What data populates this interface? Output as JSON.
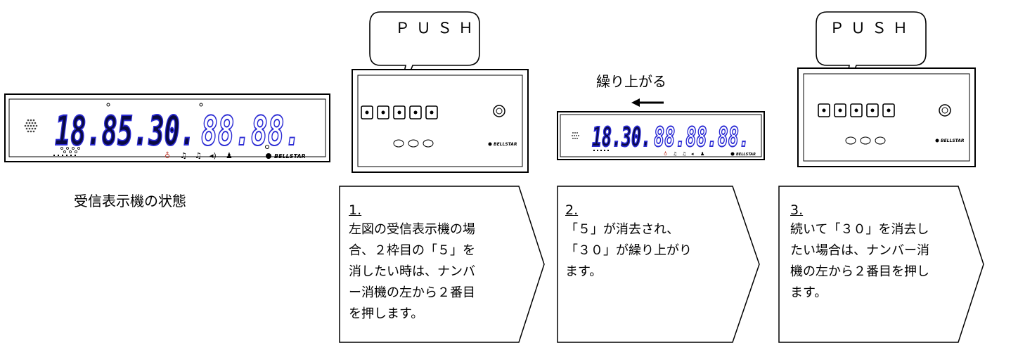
{
  "display_main": {
    "digits_solid": "18.85.30.",
    "digits_outline": "88.88.",
    "brand": "BELLSTAR"
  },
  "display_caption": "受信表示機の状態",
  "push1": {
    "label": "ＰＵＳＨ"
  },
  "push2": {
    "label": "ＰＵＳＨ"
  },
  "shift": {
    "label": "繰り上がる",
    "arrow": "←"
  },
  "display_small": {
    "digits_solid": "18.30.",
    "digits_outline": "88.88.88.",
    "brand": "BELLSTAR"
  },
  "panel1": {
    "brand": "BELLSTAR"
  },
  "panel2": {
    "brand": "BELLSTAR"
  },
  "steps": [
    {
      "num": "1.",
      "lines": [
        "左図の受信表示機の場",
        "合、２枠目の「５」を",
        "消したい時は、ナンバ",
        "ー消機の左から２番目",
        "を押します。"
      ]
    },
    {
      "num": "2.",
      "lines": [
        "「５」が消去され、",
        "「３０」が繰り上がり",
        "ます。"
      ]
    },
    {
      "num": "3.",
      "lines": [
        "続いて「３０」を消去し",
        "たい場合は、ナンバー消",
        "機の左から２番目を押し",
        "ます。"
      ]
    }
  ]
}
